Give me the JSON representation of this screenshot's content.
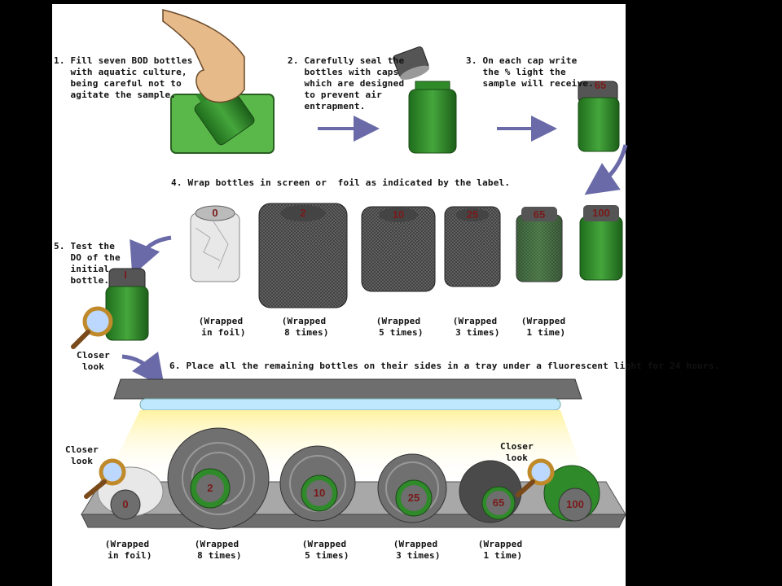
{
  "steps": {
    "s1": "1. Fill seven BOD bottles\n   with aquatic culture,\n   being careful not to\n   agitate the sample.",
    "s2": "2. Carefully seal the\n   bottles with caps\n   which are designed\n   to prevent air\n   entrapment.",
    "s3": "3. On each cap write\n   the % light the\n   sample will receive.",
    "s4": "4. Wrap bottles in screen or  foil as indicated by the label.",
    "s5": "5. Test the\n   DO of the\n   initial\n   bottle.",
    "s6": "6. Place all the remaining bottles on their sides in a tray under a fluorescent light for 24 hours."
  },
  "closer_look": "Closer\n look",
  "closer_look_b": "Closer\n look",
  "closer_look_c": "Closer\n look",
  "cap_labels": {
    "step3": "65",
    "initial": "I"
  },
  "top_row": [
    {
      "cap": "0",
      "label": "(Wrapped\n in foil)"
    },
    {
      "cap": "2",
      "label": "(Wrapped\n 8 times)"
    },
    {
      "cap": "10",
      "label": "(Wrapped\n 5 times)"
    },
    {
      "cap": "25",
      "label": "(Wrapped\n 3 times)"
    },
    {
      "cap": "65",
      "label": "(Wrapped\n 1 time)"
    },
    {
      "cap": "100",
      "label": ""
    }
  ],
  "tray_row": [
    {
      "cap": "0",
      "label": "(Wrapped\n in foil)"
    },
    {
      "cap": "2",
      "label": "(Wrapped\n 8 times)"
    },
    {
      "cap": "10",
      "label": "(Wrapped\n 5 times)"
    },
    {
      "cap": "25",
      "label": "(Wrapped\n 3 times)"
    },
    {
      "cap": "65",
      "label": "(Wrapped\n 1 time)"
    },
    {
      "cap": "100",
      "label": ""
    }
  ],
  "colors": {
    "bottle_green": "#2f8a2a",
    "water_green": "#5ab84a",
    "arrow_blue": "#6a6aa8",
    "cap_gray": "#555555",
    "screen_dark": "#3a3a3a",
    "light_yellow": "#fff6b0"
  }
}
